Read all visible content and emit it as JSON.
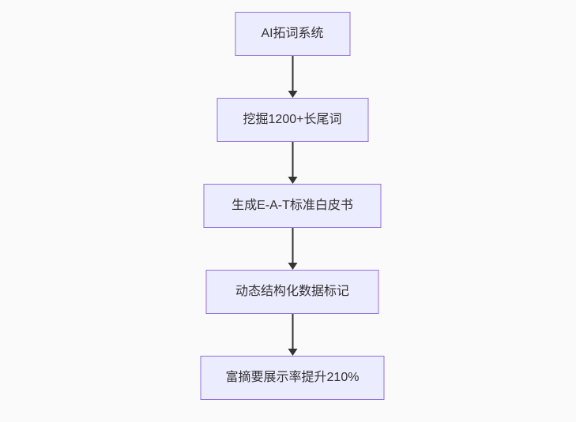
{
  "diagram": {
    "type": "flowchart",
    "direction": "top-down",
    "nodes": [
      {
        "id": "node-1",
        "label": "AI拓词系统"
      },
      {
        "id": "node-2",
        "label": "挖掘1200+长尾词"
      },
      {
        "id": "node-3",
        "label": "生成E-A-T标准白皮书"
      },
      {
        "id": "node-4",
        "label": "动态结构化数据标记"
      },
      {
        "id": "node-5",
        "label": "富摘要展示率提升210%"
      }
    ],
    "edges": [
      {
        "from": "node-1",
        "to": "node-2"
      },
      {
        "from": "node-2",
        "to": "node-3"
      },
      {
        "from": "node-3",
        "to": "node-4"
      },
      {
        "from": "node-4",
        "to": "node-5"
      }
    ],
    "colors": {
      "background": "#fafafa",
      "node_fill": "#ECECFF",
      "node_border": "#9370DB",
      "arrow": "#333333",
      "text": "#333333"
    }
  }
}
